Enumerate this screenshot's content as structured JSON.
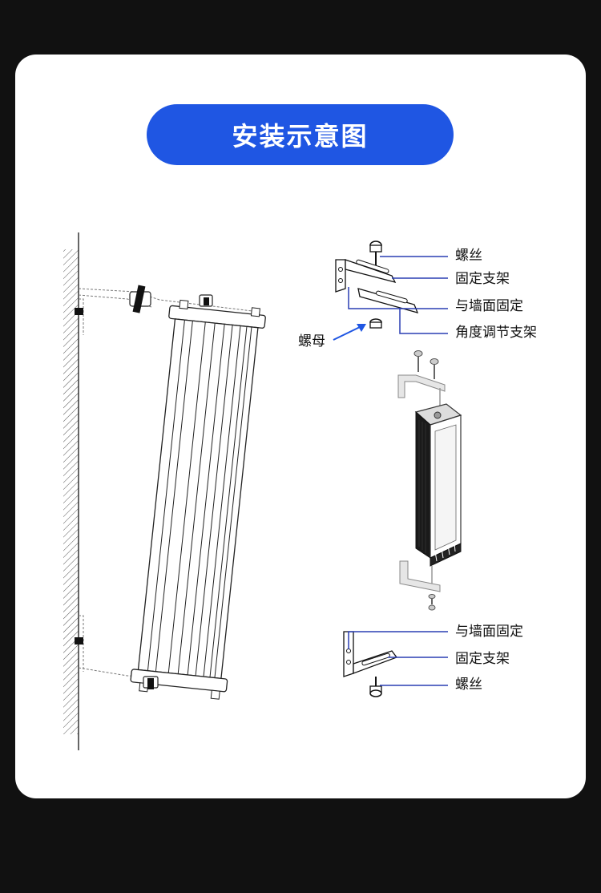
{
  "title": "安装示意图",
  "colors": {
    "background": "#111111",
    "card": "#ffffff",
    "accent": "#1f56e3",
    "leader": "#2a3fb4"
  },
  "labels": {
    "top_screw": "螺丝",
    "top_fixed_bracket": "固定支架",
    "top_wall_fix": "与墙面固定",
    "angle_bracket": "角度调节支架",
    "nut": "螺母",
    "bottom_wall_fix": "与墙面固定",
    "bottom_fixed_bracket": "固定支架",
    "bottom_screw": "螺丝"
  }
}
